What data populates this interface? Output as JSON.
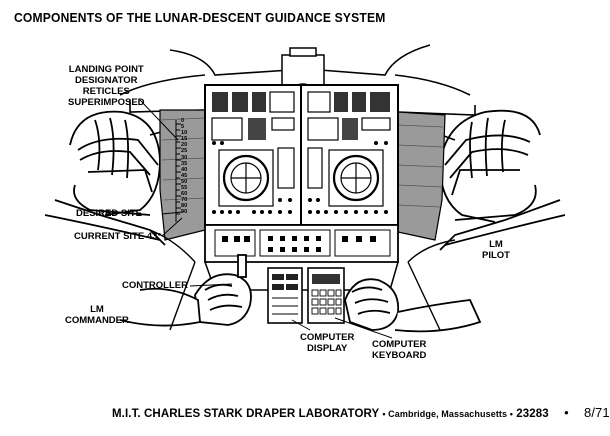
{
  "title": "COMPONENTS OF THE LUNAR-DESCENT GUIDANCE SYSTEM",
  "labels": {
    "landing_point_1": "LANDING POINT",
    "landing_point_2": "DESIGNATOR",
    "landing_point_3": "RETICLES",
    "landing_point_4": "SUPERIMPOSED",
    "desired_site": "DESIRED SITE",
    "current_site": "CURRENT SITE 43°",
    "controller": "CONTROLLER",
    "lm_commander_1": "LM",
    "lm_commander_2": "COMMANDER",
    "lm_pilot_1": "LM",
    "lm_pilot_2": "PILOT",
    "computer_display_1": "COMPUTER",
    "computer_display_2": "DISPLAY",
    "computer_keyboard_1": "COMPUTER",
    "computer_keyboard_2": "KEYBOARD"
  },
  "reticle_scale": [
    "0",
    "5",
    "10",
    "15",
    "20",
    "25",
    "30",
    "35",
    "40",
    "45",
    "50",
    "55",
    "60",
    "70",
    "80",
    "90"
  ],
  "footer": {
    "lab": "M.I.T. CHARLES STARK DRAPER LABORATORY",
    "location": "• Cambridge, Massachusetts •",
    "number": "23283",
    "sep": "•",
    "date": "8/71"
  }
}
